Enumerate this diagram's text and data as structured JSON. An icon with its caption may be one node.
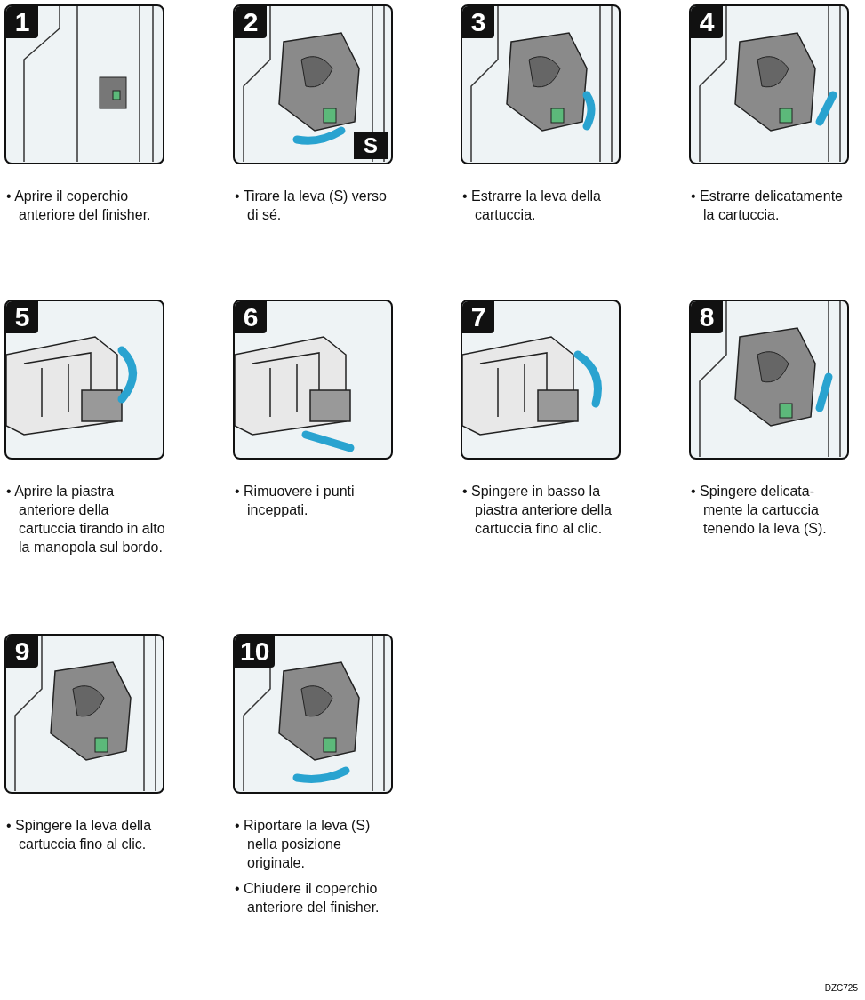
{
  "diagram": {
    "nodes": [
      {
        "text": [
          "1"
        ],
        "beside": [
          "• Aprire il coperchio anteriore del finisher."
        ]
      },
      {
        "text": [
          "2",
          "S"
        ],
        "beside": [
          "• Tirare la leva (S) verso di sé."
        ]
      },
      {
        "text": [
          "3"
        ],
        "beside": [
          "• Estrarre la leva della cartuccia."
        ]
      },
      {
        "text": [
          "4"
        ],
        "beside": [
          "• Estrarre delicatamente la cartuccia."
        ]
      },
      {
        "text": [
          "5"
        ],
        "beside": [
          "• Aprire la piastra anteriore della cartuccia tirando in alto la manopola sul bordo."
        ]
      },
      {
        "text": [
          "6"
        ],
        "beside": [
          "• Rimuovere i punti inceppati."
        ]
      },
      {
        "text": [
          "7"
        ],
        "beside": [
          "• Spingere in basso la piastra anteriore della cartuccia fino al clic."
        ]
      },
      {
        "text": [
          "8"
        ],
        "beside": [
          "• Spingere delicata- mente la cartuccia tenendo la leva (S)."
        ]
      },
      {
        "text": [
          "9"
        ],
        "beside": [
          "• Spingere la leva della cartuccia fino al clic."
        ]
      },
      {
        "text": [
          "10"
        ],
        "beside": [
          "• Riportare la leva (S) nella posizione originale.",
          "• Chiudere il coperchio anteriore del finisher."
        ]
      }
    ],
    "labels": [
      "DZC725"
    ]
  }
}
